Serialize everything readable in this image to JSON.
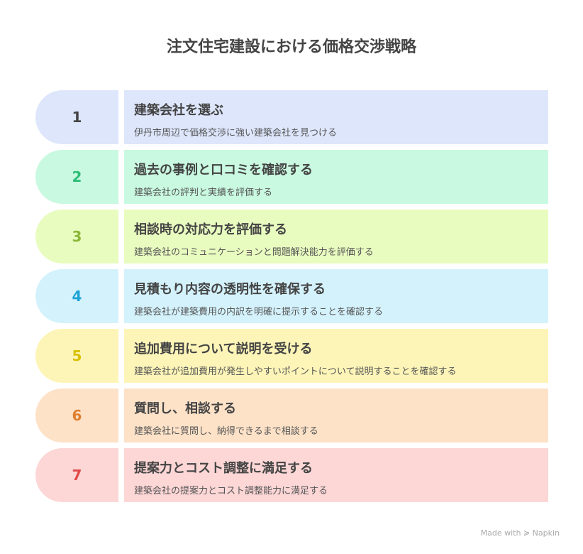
{
  "title": "注文住宅建設における価格交渉戦略",
  "steps": [
    {
      "num": "1",
      "title": "建築会社を選ぶ",
      "desc": "伊丹市周辺で価格交渉に強い建築会社を見つける",
      "bg": "#dde6fb",
      "num_color": "#444444"
    },
    {
      "num": "2",
      "title": "過去の事例と口コミを確認する",
      "desc": "建築会社の評判と実績を評価する",
      "bg": "#c9f9e0",
      "num_color": "#2ebd77"
    },
    {
      "num": "3",
      "title": "相談時の対応力を評価する",
      "desc": "建築会社のコミュニケーションと問題解決能力を評価する",
      "bg": "#e9fcc0",
      "num_color": "#8cb83a"
    },
    {
      "num": "4",
      "title": "見積もり内容の透明性を確保する",
      "desc": "建築会社が建築費用の内訳を明確に提示することを確認する",
      "bg": "#d4f2fc",
      "num_color": "#1ea3d6"
    },
    {
      "num": "5",
      "title": "追加費用について説明を受ける",
      "desc": "建築会社が追加費用が発生しやすいポイントについて説明することを確認する",
      "bg": "#fdf5b8",
      "num_color": "#d9c000"
    },
    {
      "num": "6",
      "title": "質問し、相談する",
      "desc": "建築会社に質問し、納得できるまで相談する",
      "bg": "#fde2c8",
      "num_color": "#e07f2e"
    },
    {
      "num": "7",
      "title": "提案力とコスト調整に満足する",
      "desc": "建築会社の提案力とコスト調整能力に満足する",
      "bg": "#fdd6d6",
      "num_color": "#e04848"
    }
  ],
  "footer": "Made with ≽ Napkin"
}
